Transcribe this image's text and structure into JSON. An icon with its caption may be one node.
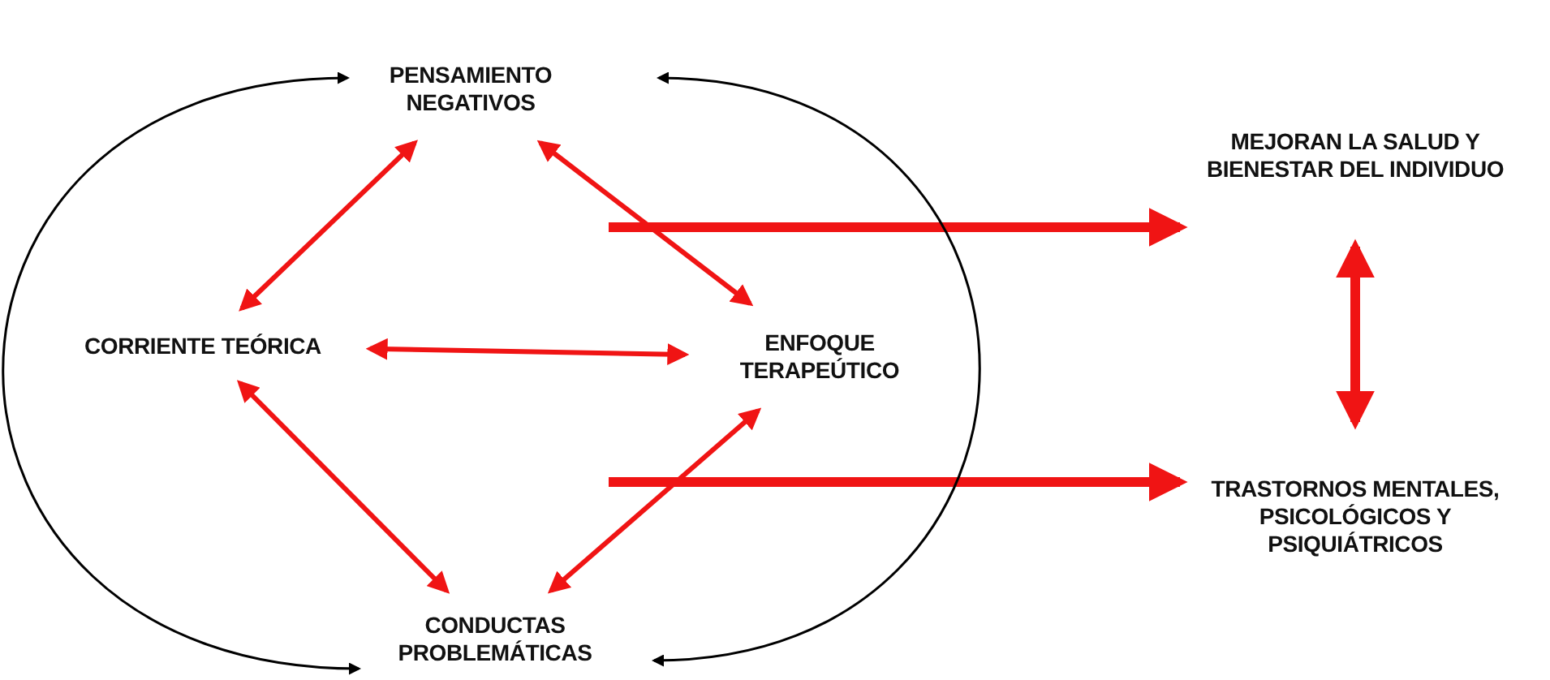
{
  "diagram": {
    "nodes": [
      {
        "text": [
          "PENSAMIENTO NEGATIVOS"
        ]
      },
      {
        "text": [
          "CORRIENTE TEÓRICA"
        ]
      },
      {
        "text": [
          "ENFOQUE TERAPEÚTICO"
        ]
      },
      {
        "text": [
          "CONDUCTAS PROBLEMÁTICAS"
        ]
      },
      {
        "text": [
          "MEJORAN LA SALUD Y BIENESTAR DEL INDIVIDUO"
        ]
      },
      {
        "text": [
          "TRASTORNOS MENTALES, PSICOLÓGICOS Y PSIQUIÁTRICOS"
        ]
      }
    ],
    "edges": [
      {
        "from": 0,
        "to": 1,
        "arrow": "both"
      },
      {
        "from": 0,
        "to": 2,
        "arrow": "both"
      },
      {
        "from": 1,
        "to": 2,
        "arrow": "both"
      },
      {
        "from": 1,
        "to": 3,
        "arrow": "both"
      },
      {
        "from": 2,
        "to": 3,
        "arrow": "both"
      },
      {
        "from": null,
        "to": 4,
        "arrow": "to",
        "style": "thick"
      },
      {
        "from": null,
        "to": 5,
        "arrow": "to",
        "style": "thick"
      },
      {
        "from": 4,
        "to": 5,
        "arrow": "both",
        "style": "thick"
      },
      {
        "from": 3,
        "to": 0,
        "arrow": "both",
        "color": "#000000"
      },
      {
        "from": 3,
        "to": 0,
        "arrow": "both",
        "color": "#000000"
      }
    ]
  }
}
